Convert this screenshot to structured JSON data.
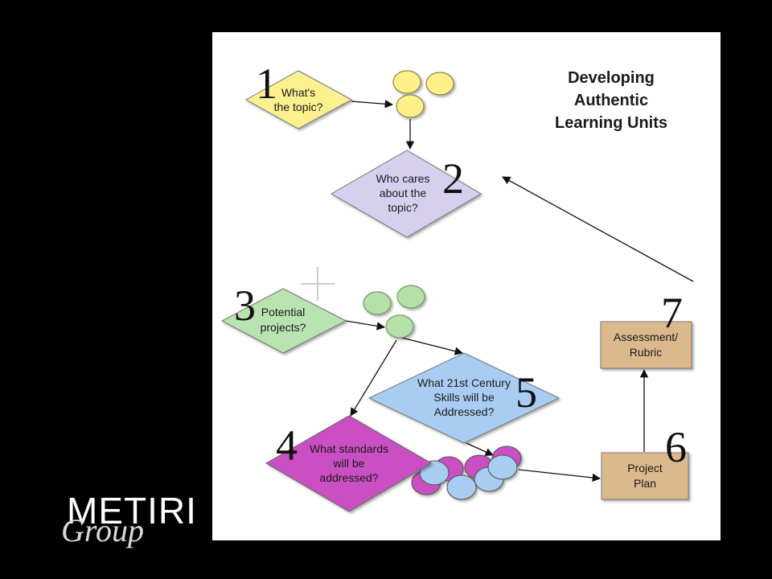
{
  "diagram": {
    "title_lines": [
      "Developing",
      "Authentic",
      "Learning Units"
    ],
    "steps": [
      {
        "number": "1",
        "lines": [
          "What's",
          "the topic?"
        ],
        "fill": "#fdf08f"
      },
      {
        "number": "2",
        "lines": [
          "Who cares",
          "about the",
          "topic?"
        ],
        "fill": "#d6d0ee"
      },
      {
        "number": "3",
        "lines": [
          "Potential",
          "projects?"
        ],
        "fill": "#b9e3b0"
      },
      {
        "number": "4",
        "lines": [
          "What standards",
          "will be",
          "addressed?"
        ],
        "fill": "#c94fc2"
      },
      {
        "number": "5",
        "lines": [
          "What 21st Century",
          "Skills will be",
          "Addressed?"
        ],
        "fill": "#a9cdf2"
      },
      {
        "number": "6",
        "lines": [
          "Project",
          "Plan"
        ],
        "fill": "#dcb98c"
      },
      {
        "number": "7",
        "lines": [
          "Assessment/",
          "Rubric"
        ],
        "fill": "#dcb98c"
      }
    ]
  },
  "logo": {
    "name": "METIRI",
    "sub": "Group"
  },
  "colors": {
    "background": "#000000",
    "panel": "#ffffff",
    "yellow_circle": "#fff08a",
    "green_circle": "#b5e0a8",
    "magenta_circle": "#c94fc2",
    "blue_circle": "#a9cdf2"
  }
}
